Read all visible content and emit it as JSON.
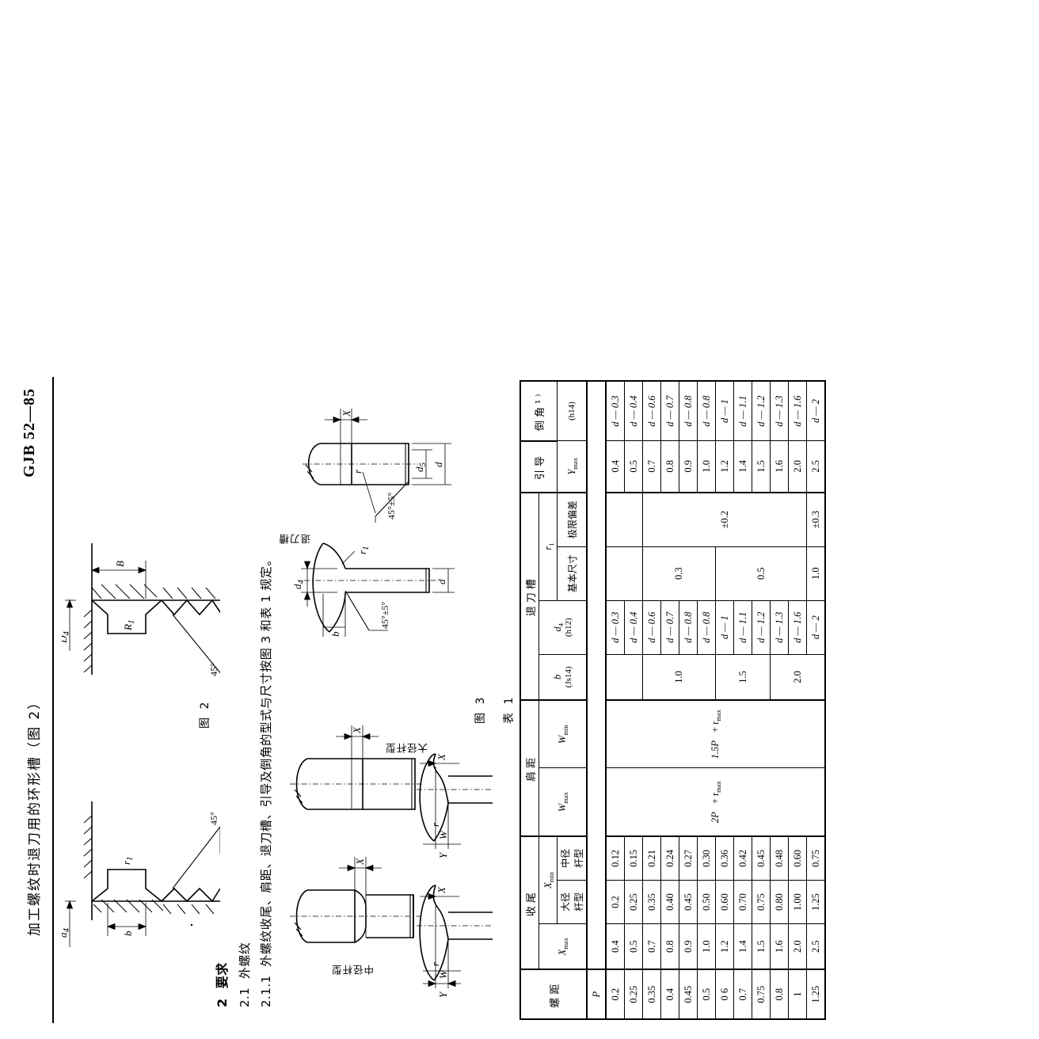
{
  "header": {
    "standard": "GJB 52—85",
    "title": "加工螺纹时退刀用的环形槽（图 2）"
  },
  "figure2": {
    "caption": "图 2",
    "labels": {
      "d4": "d",
      "d4_sub": "4",
      "b": "b",
      "r1": "r",
      "r1_sub": "1",
      "angle": "45°",
      "D4": "D",
      "D4_sub": "4",
      "B": "B",
      "R1": "R",
      "R1_sub": "1"
    }
  },
  "body": {
    "section_number": "2",
    "section_title": "要求",
    "sub_number": "2.1",
    "sub_title": "外螺纹",
    "clause_number": "2.1.1",
    "clause_text": "外螺纹收尾、肩距、退刀槽、引导及倒角的型式与尺寸按图 3 和表 1 规定。"
  },
  "figure3": {
    "caption": "图 3",
    "label_mid_rod": "中径杆型",
    "label_major_rod": "大径杆型",
    "label_undercut": "退刀槽",
    "dims": {
      "X": "X",
      "Y": "Y",
      "W": "W",
      "r": "r",
      "d": "d",
      "d4": "d",
      "d4_sub": "4",
      "d5": "d",
      "d5_sub": "5",
      "b": "b",
      "r1": "r",
      "r1_sub": "1",
      "angle": "45°±5°"
    }
  },
  "table": {
    "caption": "表 1",
    "group_headers": [
      "收尾",
      "肩距",
      "退刀槽",
      "引导",
      "倒角¹⁾"
    ],
    "pitch_header_cjk": "螺距",
    "pitch_header_sym": "P",
    "col_headers": {
      "xmax": "X",
      "xmax_sub": "max",
      "xmin": "X",
      "xmin_sub": "min",
      "xmin_major": "大径\n杆型",
      "xmin_major_a": "大径",
      "xmin_major_b": "杆型",
      "xmin_mid_a": "中径",
      "xmin_mid_b": "杆型",
      "wmax": "W",
      "wmax_sub": "max",
      "wmin": "W",
      "wmin_sub": "min",
      "b": "b",
      "b_tol": "(Js14)",
      "d4": "d",
      "d4_sub": "4",
      "d4_tol": "(h12)",
      "r1": "r",
      "r1_sub": "1",
      "r1_basic": "基本尺寸",
      "r1_limit": "极限偏差",
      "ymax": "Y",
      "ymax_sub": "max",
      "chamfer_tol": "(h14)"
    },
    "rows": [
      {
        "P": "0.2",
        "xmax": "0.4",
        "x_major": "0.2",
        "x_mid": "0.12",
        "ymax": "0.4",
        "chamfer": "d — 0.3"
      },
      {
        "P": "0.25",
        "xmax": "0.5",
        "x_major": "0.25",
        "x_mid": "0.15",
        "ymax": "0.5",
        "chamfer": "d — 0.4"
      },
      {
        "P": "0.35",
        "xmax": "0.7",
        "x_major": "0.35",
        "x_mid": "0.21",
        "ymax": "0.7",
        "chamfer": "d — 0.6"
      },
      {
        "P": "0.4",
        "xmax": "0.8",
        "x_major": "0.40",
        "x_mid": "0.24",
        "ymax": "0.8",
        "chamfer": "d — 0.7"
      },
      {
        "P": "0.45",
        "xmax": "0.9",
        "x_major": "0.45",
        "x_mid": "0.27",
        "ymax": "0.9",
        "chamfer": "d — 0.8"
      },
      {
        "P": "0.5",
        "xmax": "1.0",
        "x_major": "0.50",
        "x_mid": "0.30",
        "ymax": "1.0",
        "chamfer": "d — 0.8"
      },
      {
        "P": "0 6",
        "xmax": "1.2",
        "x_major": "0.60",
        "x_mid": "0.36",
        "ymax": "1.2",
        "chamfer": "d — 1"
      },
      {
        "P": "0.7",
        "xmax": "1.4",
        "x_major": "0.70",
        "x_mid": "0.42",
        "ymax": "1.4",
        "chamfer": "d — 1.1"
      },
      {
        "P": "0.75",
        "xmax": "1.5",
        "x_major": "0.75",
        "x_mid": "0.45",
        "ymax": "1.5",
        "chamfer": "d — 1.2"
      },
      {
        "P": "0.8",
        "xmax": "1.6",
        "x_major": "0.80",
        "x_mid": "0.48",
        "ymax": "1.6",
        "chamfer": "d — 1.3"
      },
      {
        "P": "1",
        "xmax": "2.0",
        "x_major": "1.00",
        "x_mid": "0.60",
        "ymax": "2.0",
        "chamfer": "d — 1.6"
      },
      {
        "P": "1.25",
        "xmax": "2.5",
        "x_major": "1.25",
        "x_mid": "0.75",
        "ymax": "2.5",
        "chamfer": "d — 2"
      }
    ],
    "wmax_value": "2P",
    "wmax_tol": "+ r",
    "wmax_tol_sub": "max",
    "wmin_value": "1.5P",
    "wmin_tol": "+ r",
    "wmin_tol_sub": "max",
    "b_spans": [
      {
        "value": "",
        "rows": 2
      },
      {
        "value": "1.0",
        "rows": 4
      },
      {
        "value": "1.5",
        "rows": 3
      },
      {
        "value": "2.0",
        "rows": 3
      }
    ],
    "d4_values": [
      "d — 0.3",
      "d — 0.4",
      "d — 0.6",
      "d — 0.7",
      "d — 0.8",
      "d — 0.8",
      "d — 1",
      "d — 1.1",
      "d — 1.2",
      "d — 1.3",
      "d — 1.6",
      "d — 2"
    ],
    "r1_basic_spans": [
      {
        "value": "",
        "rows": 2
      },
      {
        "value": "0.3",
        "rows": 4
      },
      {
        "value": "0.5",
        "rows": 5
      },
      {
        "value": "1.0",
        "rows": 1
      }
    ],
    "r1_limit_spans": [
      {
        "value": "",
        "rows": 2
      },
      {
        "value": "±0.2",
        "rows": 9
      },
      {
        "value": "±0.3",
        "rows": 1
      }
    ]
  }
}
